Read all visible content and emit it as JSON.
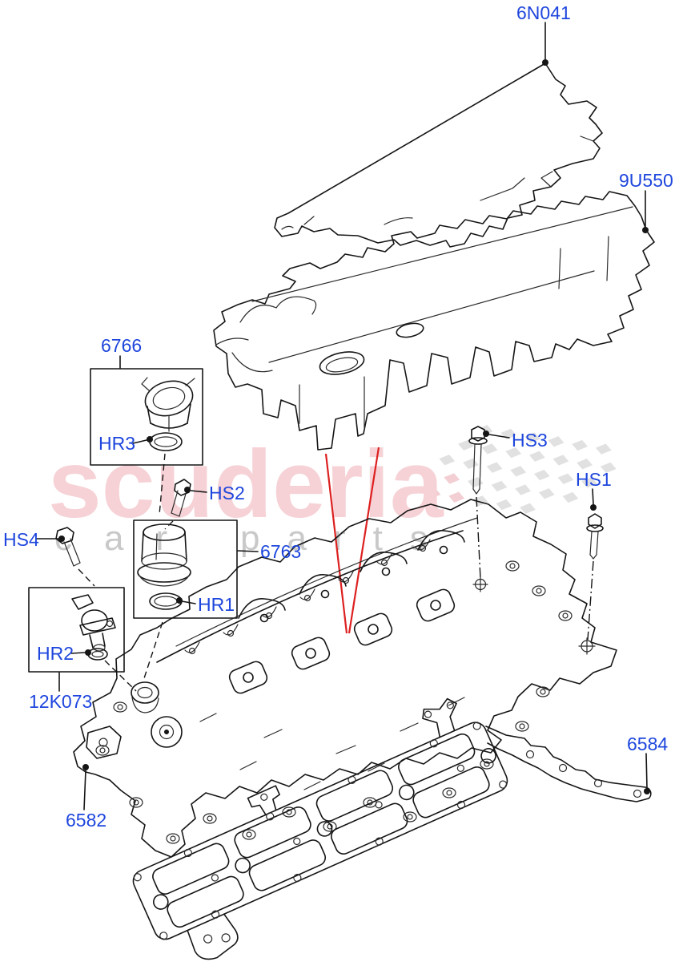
{
  "watermark": {
    "brand": "scuderia",
    "sub_left": "car",
    "sub_right": "parts"
  },
  "colors": {
    "label_blue": "#1e46dd",
    "line_black": "#151515",
    "callout_red": "#dd2020",
    "watermark_pink": "#f6d2d6",
    "watermark_gray": "#c9c9c9",
    "flag_gray": "#e1e1e1",
    "flag_pink": "#f3ced2"
  },
  "labels": {
    "l6n041": {
      "text": "6N041"
    },
    "l9u550": {
      "text": "9U550"
    },
    "l6766": {
      "text": "6766"
    },
    "hr3": {
      "text": "HR3"
    },
    "hs2": {
      "text": "HS2"
    },
    "l6763": {
      "text": "6763"
    },
    "hr1": {
      "text": "HR1"
    },
    "hs4": {
      "text": "HS4"
    },
    "hr2": {
      "text": "HR2"
    },
    "l12k073": {
      "text": "12K073"
    },
    "hs3": {
      "text": "HS3"
    },
    "hs1": {
      "text": "HS1"
    },
    "l6582": {
      "text": "6582"
    },
    "l6584": {
      "text": "6584"
    }
  }
}
